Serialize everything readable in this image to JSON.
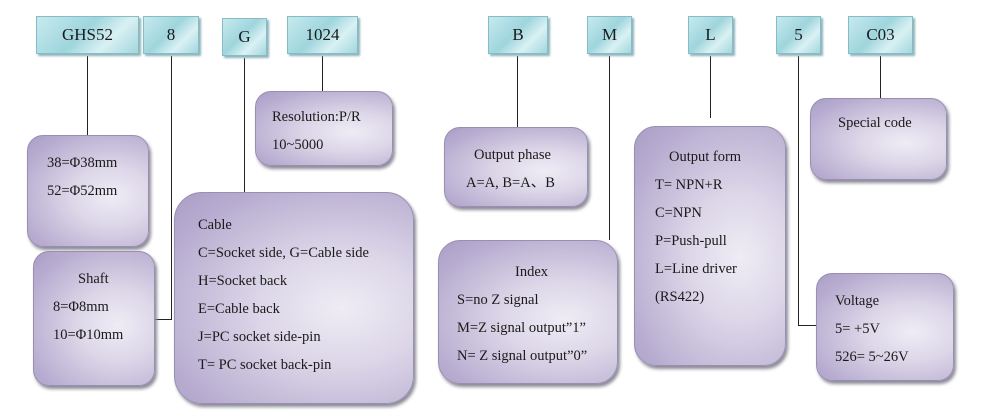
{
  "codes": [
    {
      "id": "series",
      "label": "GHS52"
    },
    {
      "id": "shaft",
      "label": "8"
    },
    {
      "id": "cable",
      "label": "G"
    },
    {
      "id": "resolution",
      "label": "1024"
    },
    {
      "id": "phase",
      "label": "B"
    },
    {
      "id": "index",
      "label": "M"
    },
    {
      "id": "output",
      "label": "L"
    },
    {
      "id": "voltage",
      "label": "5"
    },
    {
      "id": "special",
      "label": "C03"
    }
  ],
  "boxes": {
    "diameter": {
      "lines": [
        "38=Φ38mm",
        "52=Φ52mm"
      ]
    },
    "shaft": {
      "title": "Shaft",
      "lines": [
        "8=Φ8mm",
        "10=Φ10mm"
      ]
    },
    "resolution": {
      "title": "Resolution:P/R",
      "lines": [
        "10~5000"
      ]
    },
    "cable": {
      "title": "Cable",
      "lines": [
        "C=Socket side, G=Cable side",
        "H=Socket back",
        "E=Cable back",
        "J=PC socket side-pin",
        "T= PC socket back-pin"
      ]
    },
    "phase": {
      "title": "Output phase",
      "lines": [
        "A=A, B=A、B"
      ]
    },
    "index": {
      "title": "Index",
      "lines": [
        "S=no Z signal",
        "M=Z signal output”1”",
        "N= Z signal output”0”"
      ]
    },
    "output": {
      "title": "Output form",
      "lines": [
        "T= NPN+R",
        "C=NPN",
        "P=Push-pull",
        "L=Line driver",
        "(RS422)"
      ]
    },
    "special": {
      "title": "Special code"
    },
    "voltage": {
      "title": "Voltage",
      "lines": [
        "5= +5V",
        "526= 5~26V"
      ]
    }
  }
}
